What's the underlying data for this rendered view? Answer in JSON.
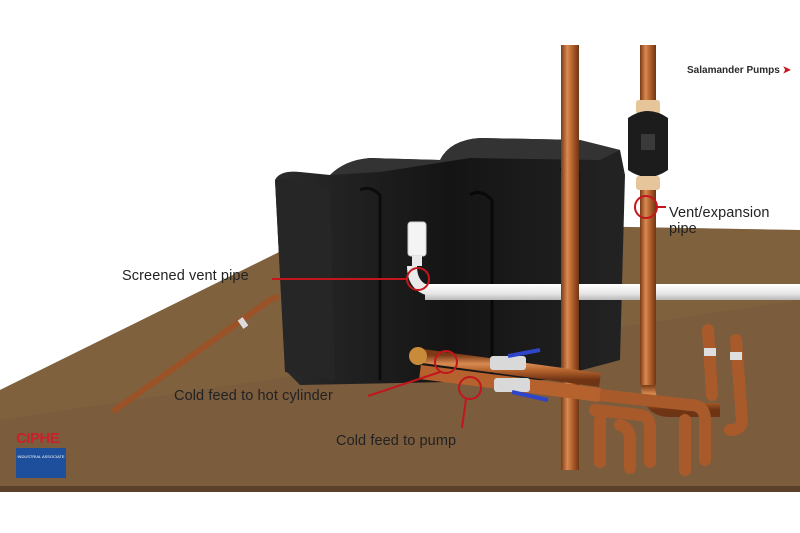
{
  "brand": {
    "name": "Salamander Pumps"
  },
  "logo": {
    "text": "CIPHE",
    "subtext": "INDUSTRIAL ASSOCIATE"
  },
  "callouts": {
    "vent_expansion_line1": "Vent/expansion",
    "vent_expansion_line2": "pipe",
    "screened_vent": "Screened vent pipe",
    "cold_feed_cylinder": "Cold feed to hot cylinder",
    "cold_feed_pump": "Cold feed to pump"
  },
  "colors": {
    "ground": "#7a5b3c",
    "tank": "#1b1b1b",
    "copper": "#b5622e",
    "callout": "#c3161c",
    "valve_handle": "#2f45c9"
  }
}
